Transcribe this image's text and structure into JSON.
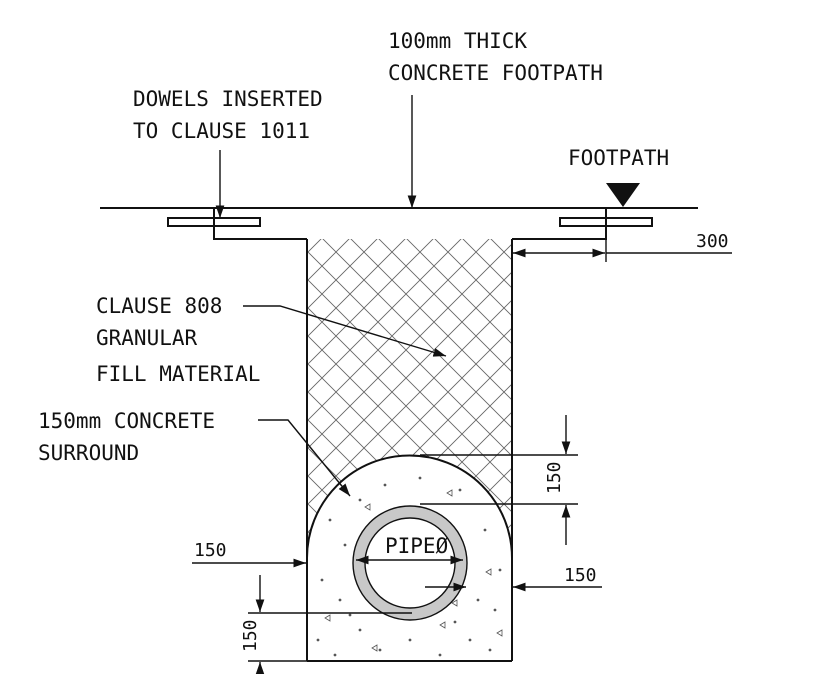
{
  "labels": {
    "footpath_thickness_line1": "100mm THICK",
    "footpath_thickness_line2": "CONCRETE FOOTPATH",
    "dowels_line1": "DOWELS INSERTED",
    "dowels_line2": "TO CLAUSE 1011",
    "footpath": "FOOTPATH",
    "fill_line1": "CLAUSE 808",
    "fill_line2": "GRANULAR",
    "fill_line3": "FILL MATERIAL",
    "surround_line1": "150mm CONCRETE",
    "surround_line2": "SURROUND",
    "pipe": "PIPEØ"
  },
  "dimensions": {
    "offset_right": "300",
    "crown_cover": "150",
    "side_left": "150",
    "side_right": "150",
    "bedding": "150"
  },
  "colors": {
    "line": "#111111",
    "pipe_fill": "#c8c8c8",
    "background": "#ffffff"
  }
}
